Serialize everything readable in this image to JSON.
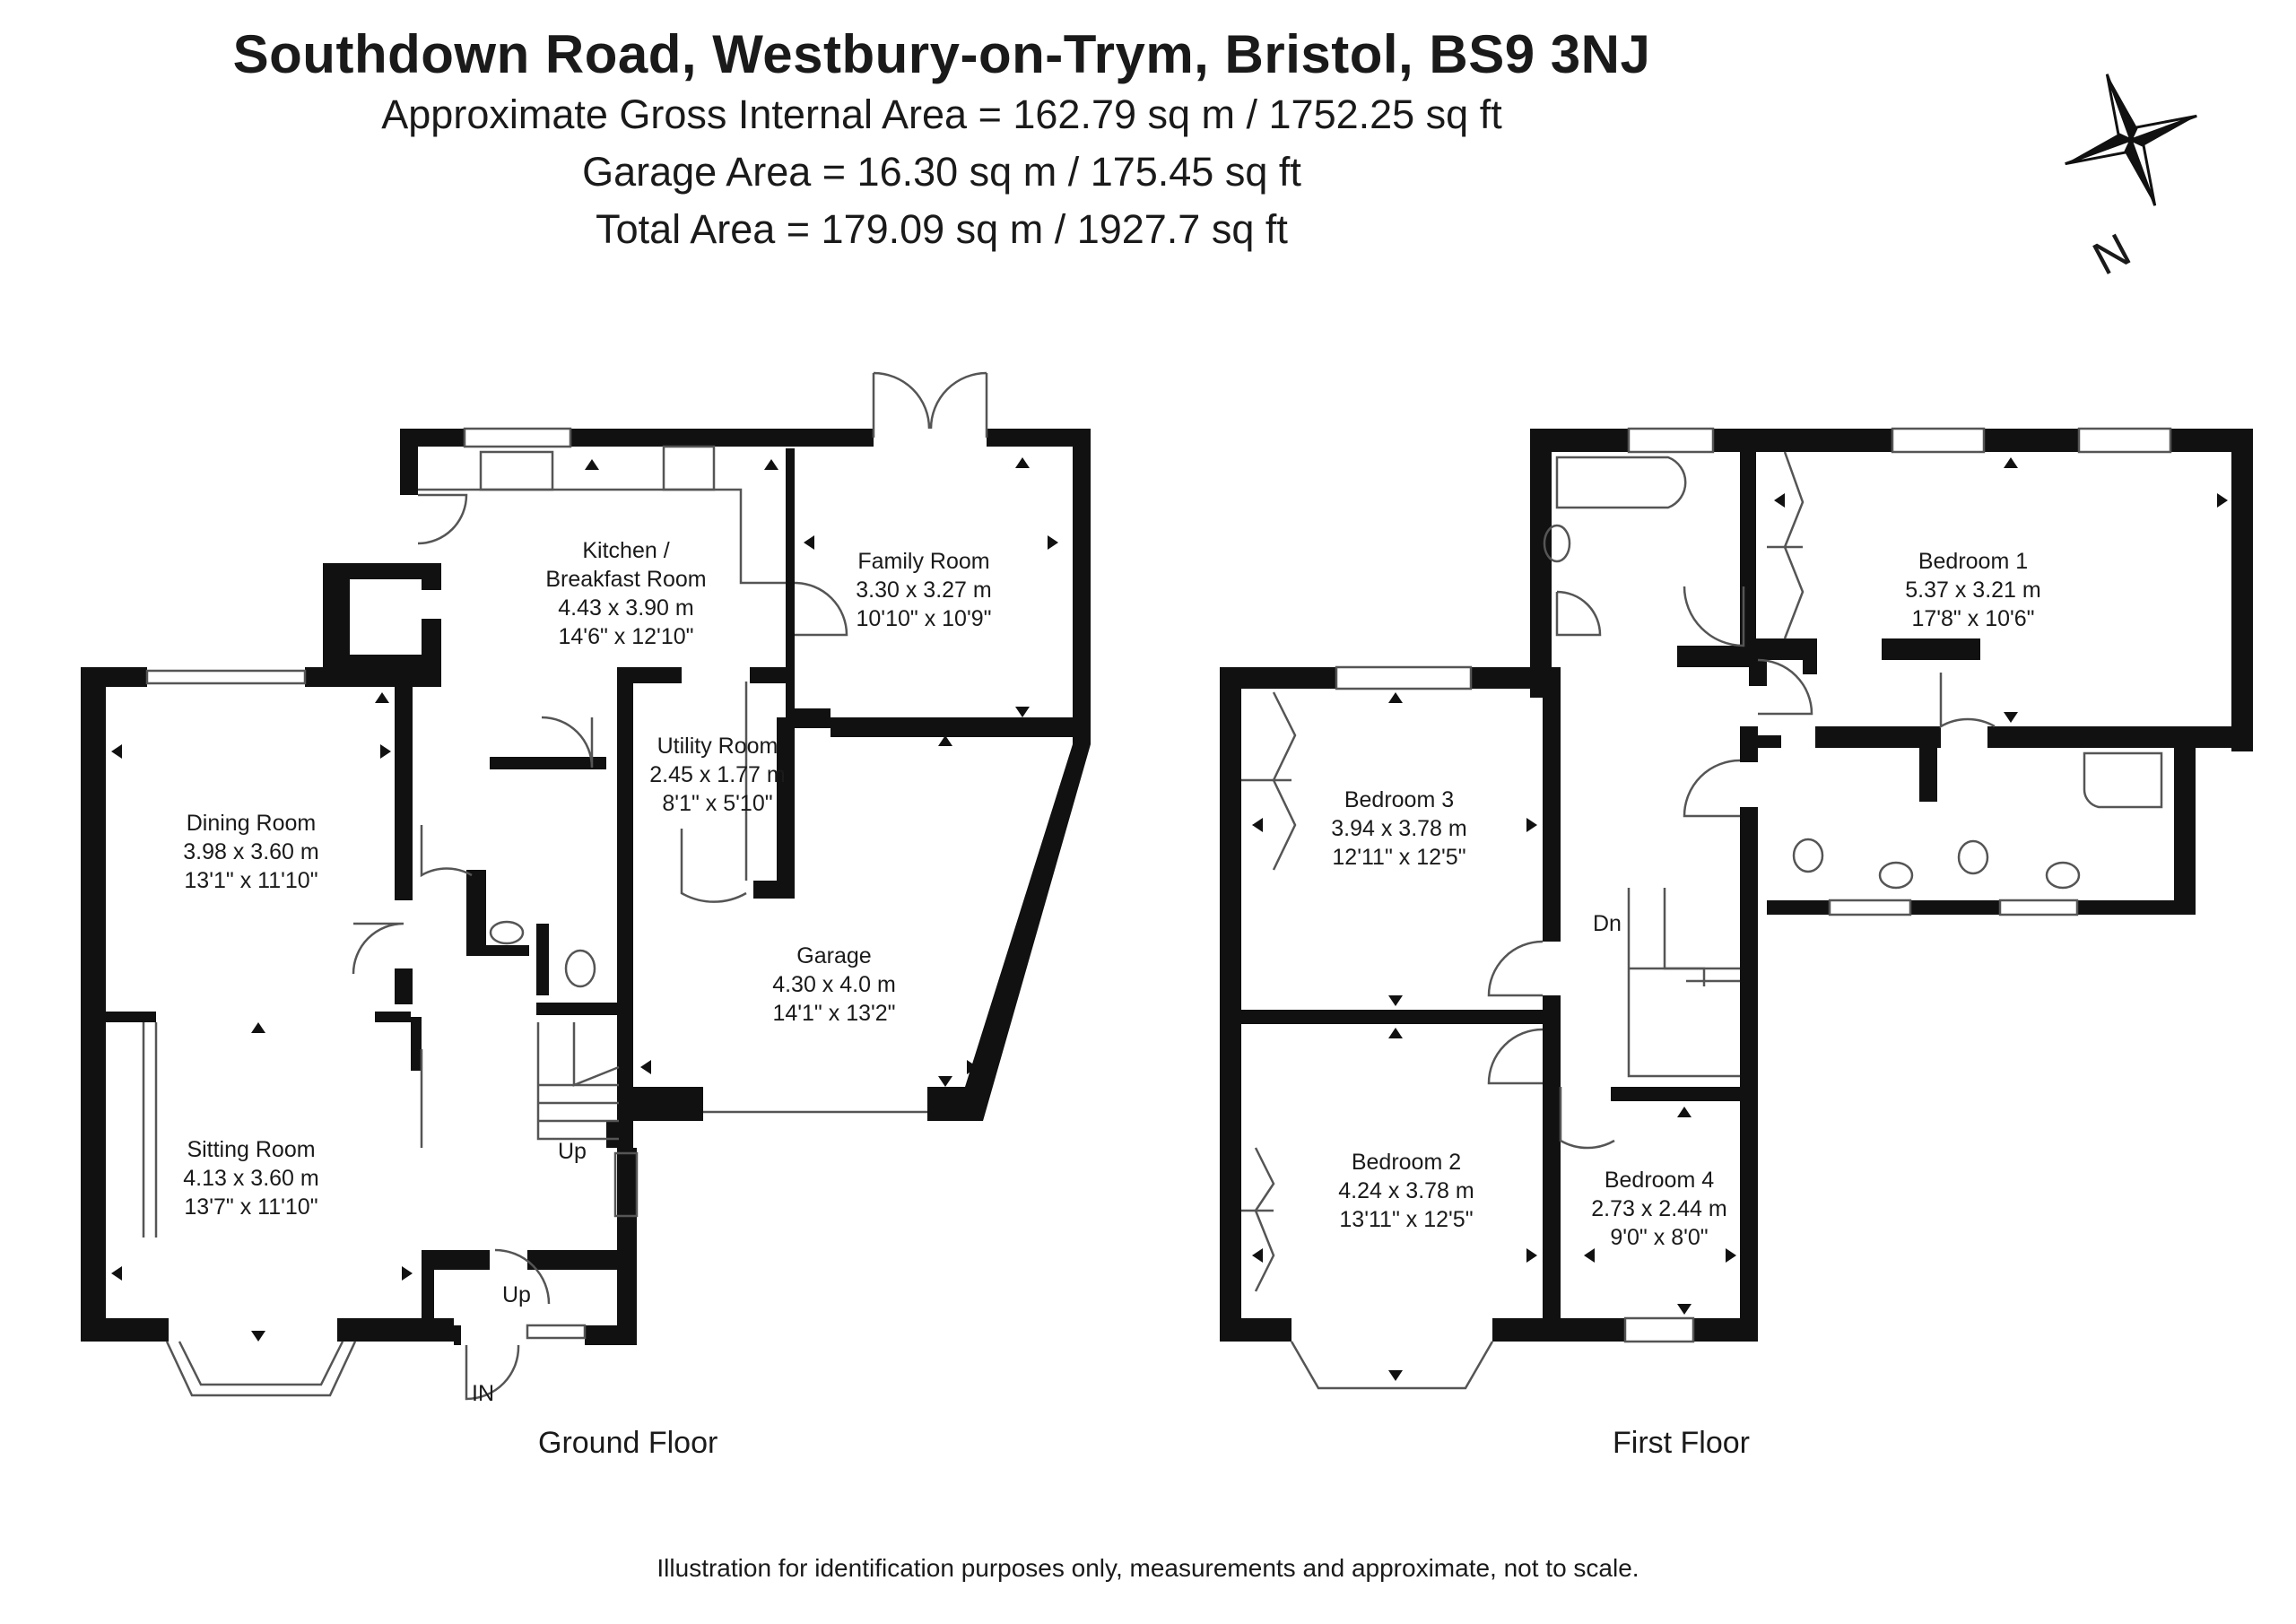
{
  "header": {
    "title": "Southdown Road, Westbury-on-Trym, Bristol, BS9 3NJ",
    "gross_internal_area": "Approximate Gross Internal Area = 162.79 sq m / 1752.25 sq ft",
    "garage_area": "Garage Area = 16.30 sq m / 175.45 sq ft",
    "total_area": "Total Area = 179.09 sq m / 1927.7 sq ft"
  },
  "compass": {
    "label": "N"
  },
  "ground_floor": {
    "name": "Ground Floor",
    "rooms": [
      {
        "name": "Kitchen /",
        "name2": "Breakfast Room",
        "metric": "4.43 x 3.90 m",
        "imperial": "14'6\" x 12'10\""
      },
      {
        "name": "Family Room",
        "metric": "3.30 x 3.27 m",
        "imperial": "10'10\" x 10'9\""
      },
      {
        "name": "Utility Room",
        "metric": "2.45 x 1.77 m",
        "imperial": "8'1\" x 5'10\""
      },
      {
        "name": "Dining Room",
        "metric": "3.98 x 3.60 m",
        "imperial": "13'1\" x 11'10\""
      },
      {
        "name": "Garage",
        "metric": "4.30 x 4.0 m",
        "imperial": "14'1\" x 13'2\""
      },
      {
        "name": "Sitting Room",
        "metric": "4.13 x 3.60 m",
        "imperial": "13'7\" x 11'10\""
      }
    ],
    "stairs_up": "Up",
    "entrance_up": "Up",
    "entrance": "IN"
  },
  "first_floor": {
    "name": "First Floor",
    "rooms": [
      {
        "name": "Bedroom 1",
        "metric": "5.37 x 3.21 m",
        "imperial": "17'8\" x 10'6\""
      },
      {
        "name": "Bedroom 3",
        "metric": "3.94 x 3.78 m",
        "imperial": "12'11\" x 12'5\""
      },
      {
        "name": "Bedroom 2",
        "metric": "4.24 x 3.78 m",
        "imperial": "13'11\" x 12'5\""
      },
      {
        "name": "Bedroom 4",
        "metric": "2.73 x 2.44 m",
        "imperial": "9'0\" x 8'0\""
      }
    ],
    "stairs_down": "Dn"
  },
  "disclaimer": "Illustration for identification purposes only, measurements and approximate, not to scale.",
  "colors": {
    "wall": "#111111",
    "line": "#555555"
  }
}
